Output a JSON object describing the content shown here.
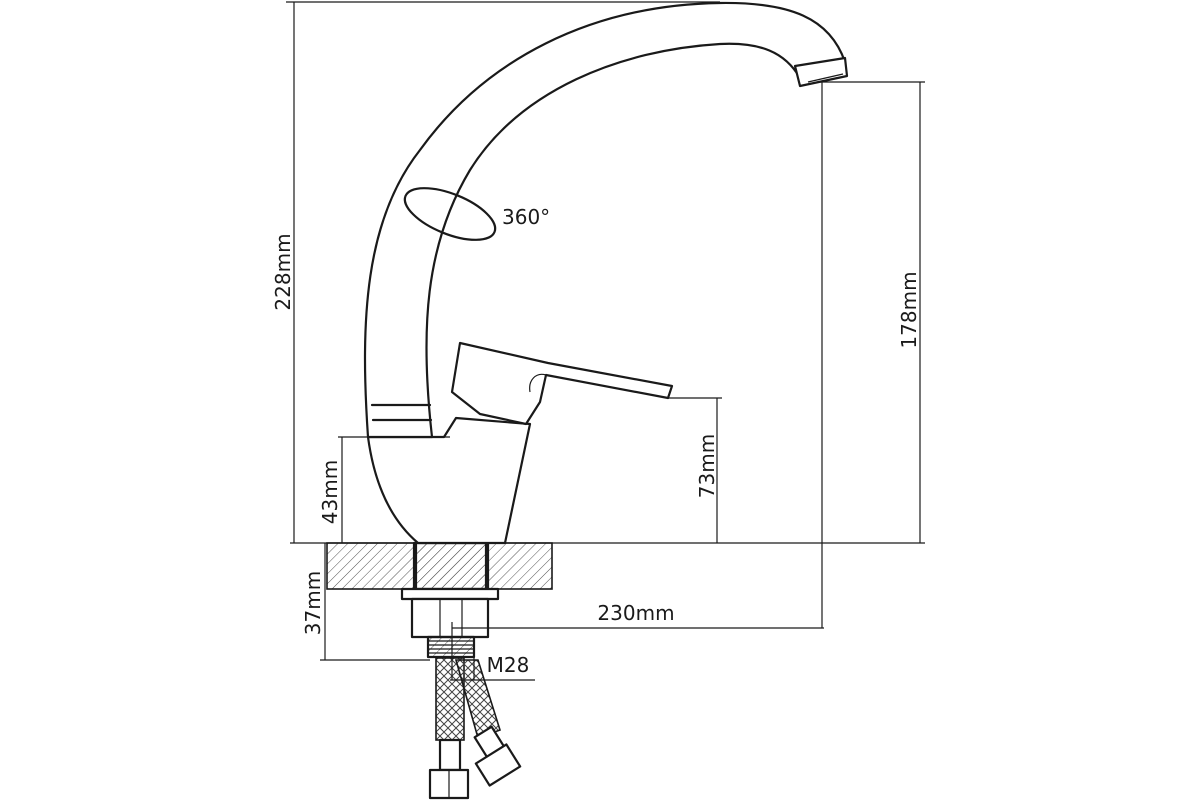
{
  "dimensions": {
    "total_height": "228mm",
    "spout_height": "178mm",
    "lever_height": "73mm",
    "body_height": "43mm",
    "thread_length": "37mm",
    "spout_reach": "230mm",
    "thread_size": "M28",
    "swivel_angle": "360°"
  },
  "colors": {
    "line": "#1a1a1a",
    "background": "#ffffff"
  }
}
